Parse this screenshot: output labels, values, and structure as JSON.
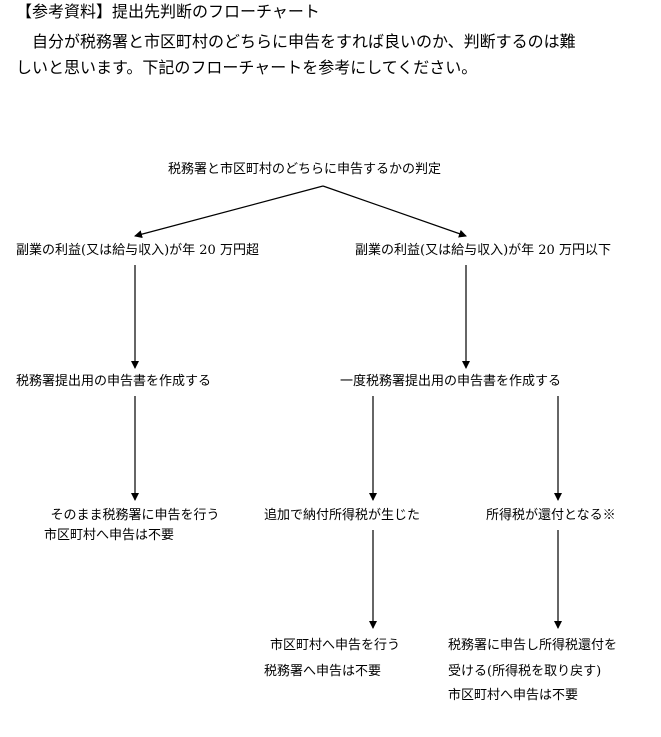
{
  "heading": "【参考資料】提出先判断のフローチャート",
  "intro": {
    "line1": "自分が税務署と市区町村のどちらに申告をすれば良いのか、判断するのは難",
    "line2": "しいと思います。下記のフローチャートを参考にしてください。"
  },
  "flow": {
    "root": "税務署と市区町村のどちらに申告するかの判定",
    "left_condition": "副業の利益(又は給与収入)が年 20 万円超",
    "right_condition": "副業の利益(又は給与収入)が年 20 万円以下",
    "left_action": "税務署提出用の申告書を作成する",
    "right_action": "一度税務署提出用の申告書を作成する",
    "left_result": {
      "line1": "そのまま税務署に申告を行う",
      "line2": "市区町村へ申告は不要"
    },
    "middle_branch": "追加で納付所得税が生じた",
    "right_branch": "所得税が還付となる※",
    "middle_result": {
      "line1": "市区町村へ申告を行う",
      "line2": "税務署へ申告は不要"
    },
    "right_result": {
      "line1": "税務署に申告し所得税還付を",
      "line2": "受ける(所得税を取り戻す)",
      "line3": "市区町村へ申告は不要"
    }
  }
}
